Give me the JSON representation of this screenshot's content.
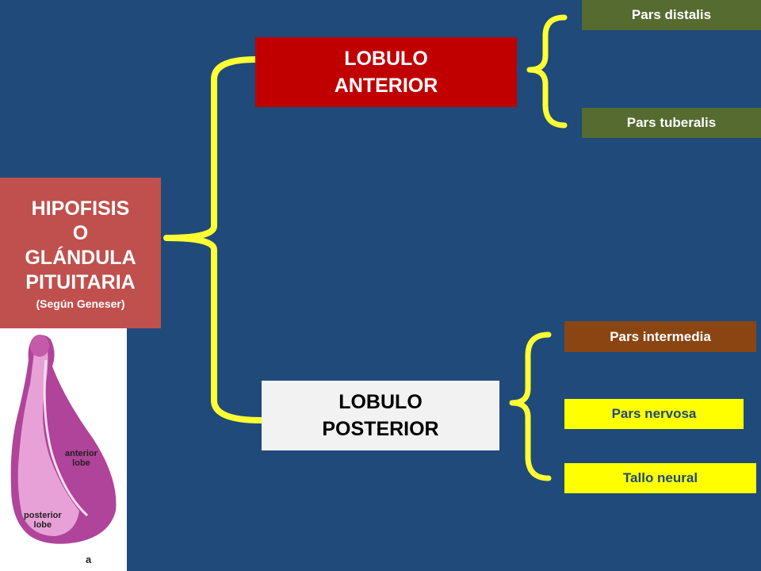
{
  "root": {
    "line1": "HIPOFISIS",
    "line2": "O",
    "line3": "GLÁNDULA",
    "line4": "PITUITARIA",
    "source": "(Según Geneser)"
  },
  "anterior": {
    "line1": "LOBULO",
    "line2": "ANTERIOR"
  },
  "posterior": {
    "line1": "LOBULO",
    "line2": "POSTERIOR"
  },
  "anterior_parts": [
    "Pars distalis",
    "Pars tuberalis"
  ],
  "posterior_parts": [
    "Pars intermedia",
    "Pars nervosa",
    "Tallo neural"
  ],
  "micrograph": {
    "anterior_label_1": "anterior",
    "anterior_label_2": "lobe",
    "posterior_label_1": "posterior",
    "posterior_label_2": "lobe",
    "panel_letter": "a"
  },
  "colors": {
    "background": "#1f4a7a",
    "root": "#c0504d",
    "anterior": "#c00000",
    "posterior": "#f2f2f2",
    "olive": "#556b2f",
    "brown": "#8b4513",
    "yellow": "#ffff00",
    "bracket": "#ffff33"
  }
}
